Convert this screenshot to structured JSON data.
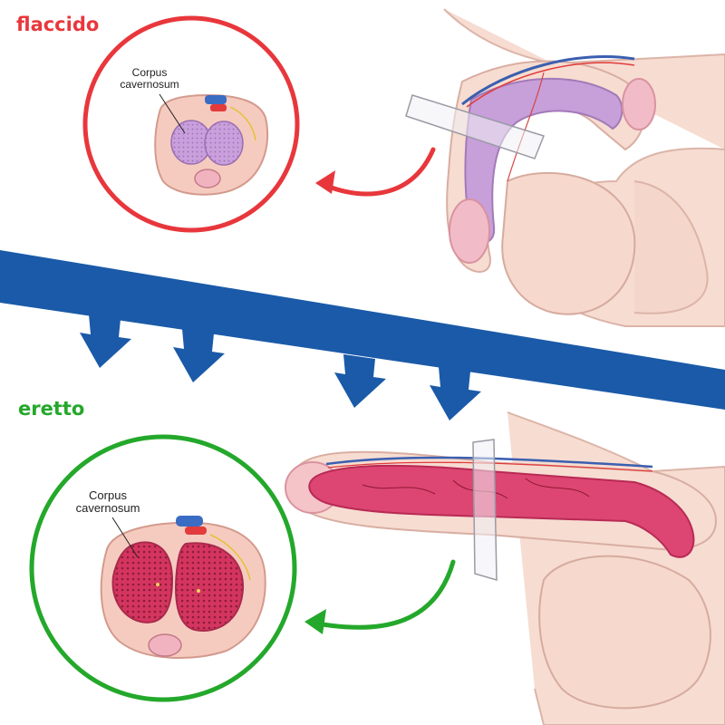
{
  "states": {
    "flaccid": {
      "label": "flaccido",
      "color": "#e8373c",
      "structure_label": "Corpus cavernosum"
    },
    "erect": {
      "label": "eretto",
      "color": "#24a82b",
      "structure_label": "Corpus cavernosum"
    }
  },
  "colors": {
    "band": "#1a5aa8",
    "flaccid_tissue": "#c79fd9",
    "erect_tissue": "#d8406a",
    "skin": "#f7dcd1"
  },
  "icons": {
    "flaccid_arrow": "curved-arrow-left-icon",
    "erect_arrow": "curved-arrow-left-icon",
    "transition_arrows": "down-arrow-icon"
  }
}
